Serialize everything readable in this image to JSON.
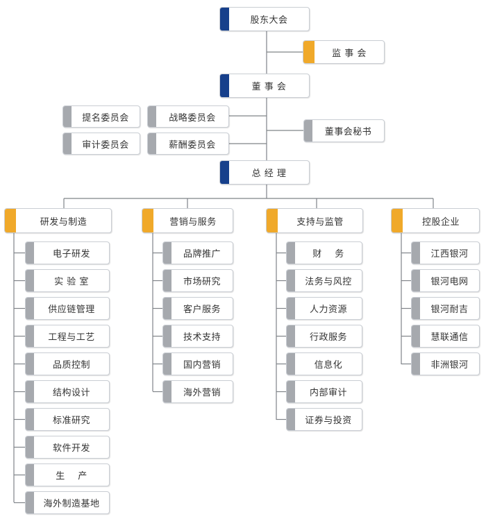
{
  "colors": {
    "tab_top": "#17408b",
    "tab_dept": "#f0a92a",
    "tab_unit": "#a6a9ae",
    "line": "#7f8388"
  },
  "nodes": {
    "shareholders": "股东大会",
    "supervisory": "监 事 会",
    "board": "董 事 会",
    "nomination": "提名委员会",
    "audit_committee": "审计委员会",
    "strategy": "战略委员会",
    "compensation": "薪酬委员会",
    "board_secretary": "董事会秘书",
    "gm": "总 经 理"
  },
  "departments": [
    {
      "name": "研发与制造",
      "units": [
        "电子研发",
        "实 验 室",
        "供应链管理",
        "工程与工艺",
        "品质控制",
        "结构设计",
        "标准研究",
        "软件开发",
        "生    产",
        "海外制造基地"
      ]
    },
    {
      "name": "营销与服务",
      "units": [
        "品牌推广",
        "市场研究",
        "客户服务",
        "技术支持",
        "国内营销",
        "海外营销"
      ]
    },
    {
      "name": "支持与监管",
      "units": [
        "财    务",
        "法务与风控",
        "人力资源",
        "行政服务",
        "信息化",
        "内部审计",
        "证券与投资"
      ]
    },
    {
      "name": "控股企业",
      "units": [
        "江西银河",
        "银河电网",
        "银河耐吉",
        "慧联通信",
        "非洲银河"
      ]
    }
  ]
}
